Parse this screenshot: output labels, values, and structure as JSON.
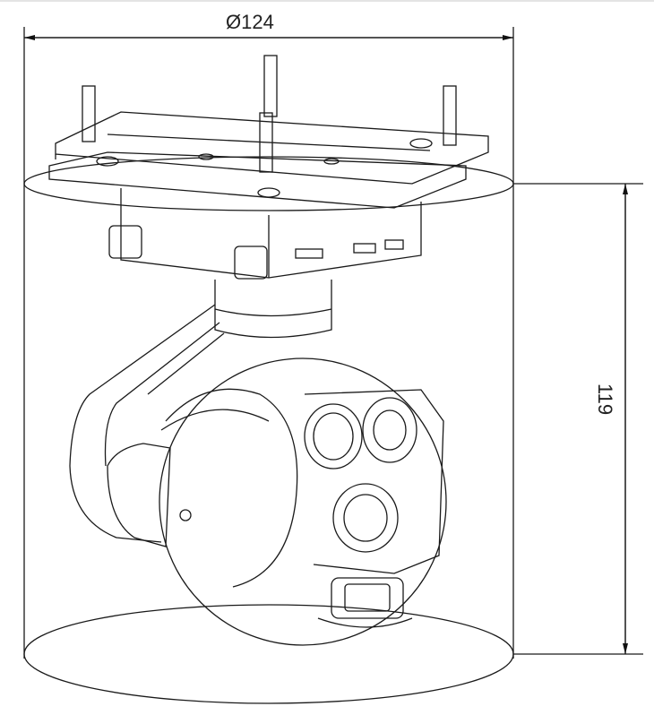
{
  "drawing": {
    "dimensions": {
      "diameter": {
        "symbol": "Ø",
        "value": "124",
        "label": "Ø124"
      },
      "height": {
        "value": "119",
        "label": "119"
      }
    },
    "colors": {
      "line": "#1a1a1a",
      "background": "#ffffff"
    }
  }
}
